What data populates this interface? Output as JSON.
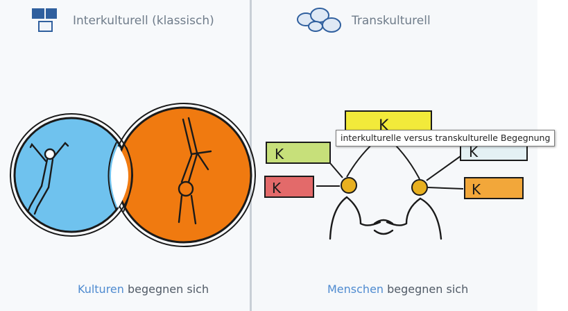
{
  "left": {
    "title": "Interkulturell (klassisch)",
    "header_icon": "grid-squares-icon",
    "caption_accent": "Kulturen",
    "caption_rest": " begegnen sich"
  },
  "right": {
    "title": "Transkulturell",
    "header_icon": "clouds-icon",
    "caption_accent": "Menschen",
    "caption_rest": " begegnen sich",
    "box_label": "K"
  },
  "tooltip": "interkulturelle versus transkulturelle Begegnung",
  "colors": {
    "accent_text": "#4f8bd0",
    "circle_blue": "#6fc2ee",
    "circle_orange": "#f07a10",
    "outline": "#1a1a1a"
  }
}
